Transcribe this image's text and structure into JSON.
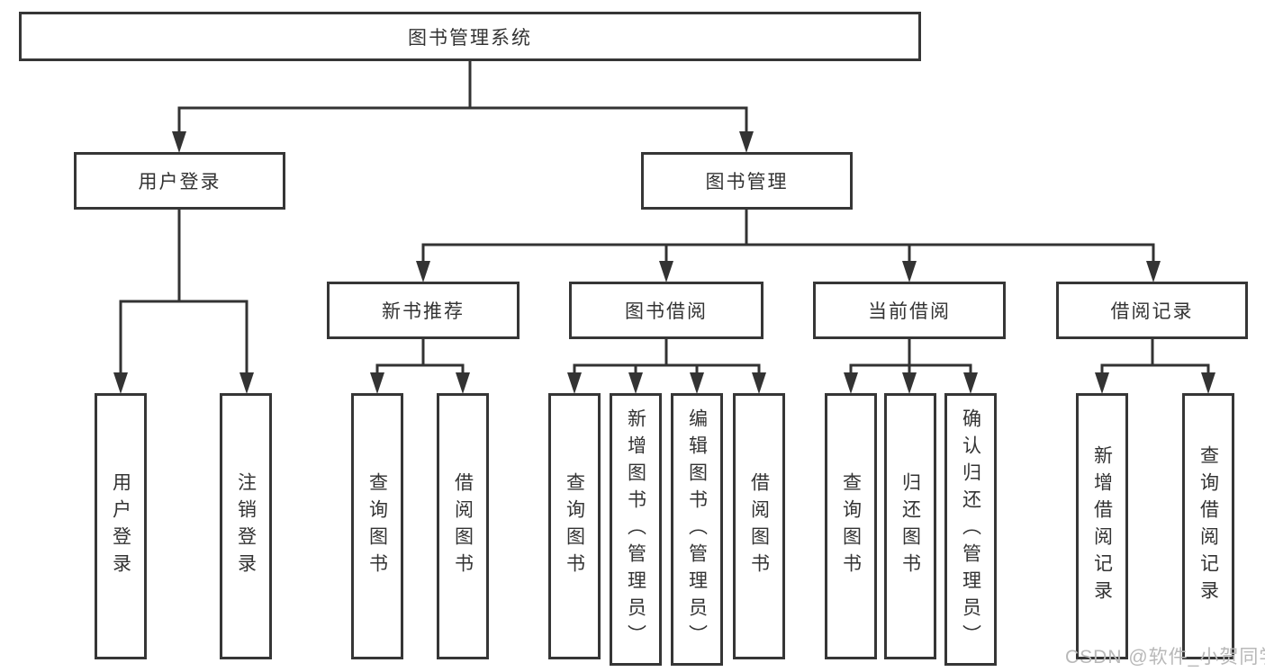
{
  "diagram_type": "hierarchy-tree",
  "tree": {
    "label": "图书管理系统",
    "children": [
      {
        "label": "用户登录",
        "children": [
          {
            "label": "用户登录"
          },
          {
            "label": "注销登录"
          }
        ]
      },
      {
        "label": "图书管理",
        "children": [
          {
            "label": "新书推荐",
            "children": [
              {
                "label": "查询图书"
              },
              {
                "label": "借阅图书"
              }
            ]
          },
          {
            "label": "图书借阅",
            "children": [
              {
                "label": "查询图书"
              },
              {
                "label": "新增图书（管理员）"
              },
              {
                "label": "编辑图书（管理员）"
              },
              {
                "label": "借阅图书"
              }
            ]
          },
          {
            "label": "当前借阅",
            "children": [
              {
                "label": "查询图书"
              },
              {
                "label": "归还图书"
              },
              {
                "label": "确认归还（管理员）"
              }
            ]
          },
          {
            "label": "借阅记录",
            "children": [
              {
                "label": "新增借阅记录"
              },
              {
                "label": "查询借阅记录"
              }
            ]
          }
        ]
      }
    ]
  },
  "watermark": "CSDN @软件_小贺同学",
  "colors": {
    "line": "#333333",
    "box_border": "#363636",
    "box_background": "#ffffff",
    "text": "#333333",
    "watermark": "#b8b8b8"
  }
}
